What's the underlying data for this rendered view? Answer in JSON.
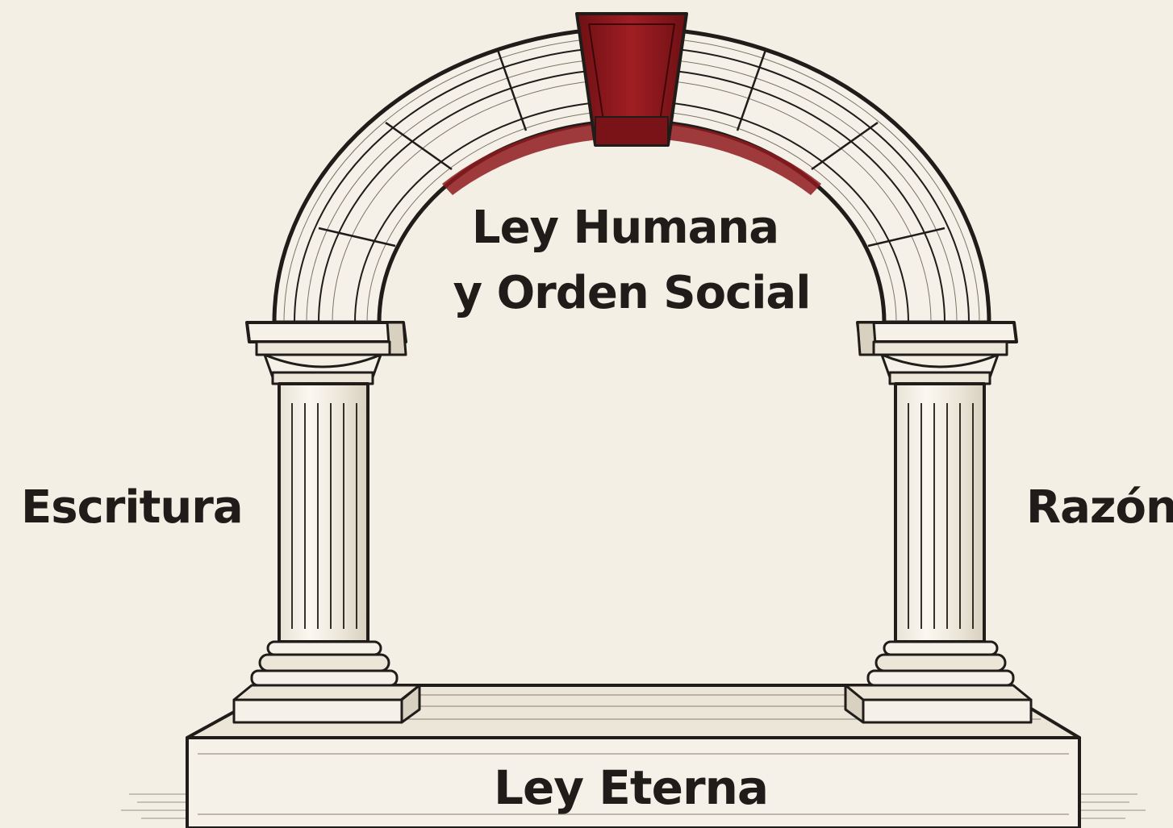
{
  "labels": {
    "arch_line1": "Ley Humana",
    "arch_line2": "y Orden Social",
    "left_pillar": "Escritura",
    "right_pillar": "Razón",
    "foundation": "Ley Eterna"
  },
  "colors": {
    "background": "#f3efe5",
    "ink": "#1f1c19",
    "keystone": "#8e1a1e",
    "stone": "#f5f1e8"
  }
}
